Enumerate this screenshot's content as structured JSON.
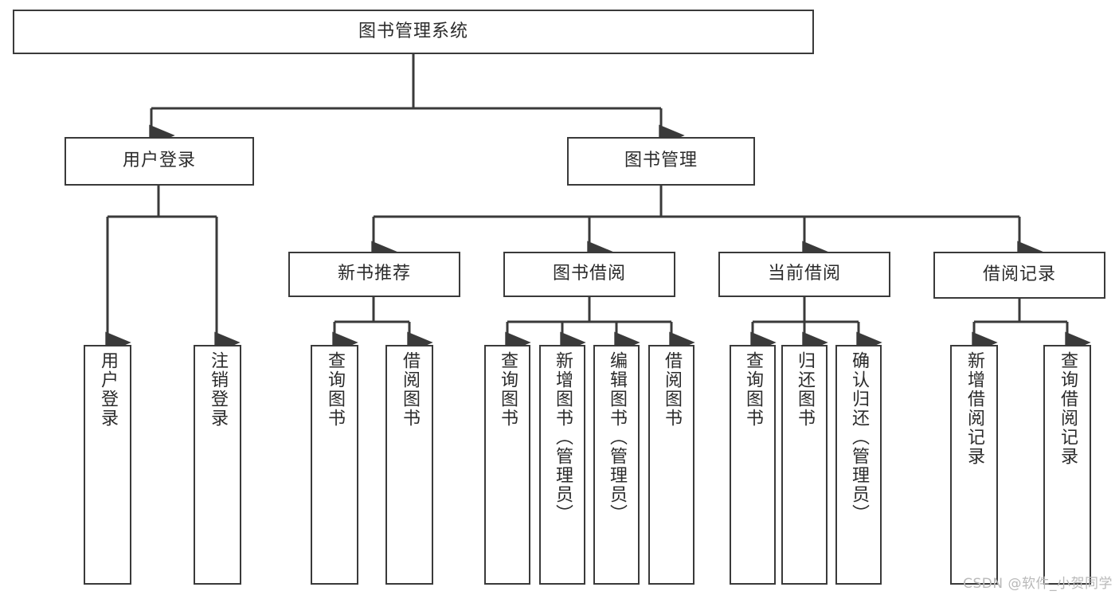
{
  "diagram": {
    "type": "tree-hierarchy-chart",
    "title": "图书管理系统",
    "watermark": "CSDN @软件_小贺同学",
    "colors": {
      "stroke": "#3a3a3a",
      "fill": "#ffffff",
      "text": "#2b2b2b",
      "watermark": "#b9b9b9"
    },
    "root": {
      "label": "图书管理系统",
      "orientation": "horizontal"
    },
    "level1": [
      {
        "label": "用户登录",
        "orientation": "horizontal"
      },
      {
        "label": "图书管理",
        "orientation": "horizontal"
      }
    ],
    "level2": [
      {
        "label": "新书推荐",
        "orientation": "horizontal",
        "parent": "图书管理"
      },
      {
        "label": "图书借阅",
        "orientation": "horizontal",
        "parent": "图书管理"
      },
      {
        "label": "当前借阅",
        "orientation": "horizontal",
        "parent": "图书管理"
      },
      {
        "label": "借阅记录",
        "orientation": "horizontal",
        "parent": "图书管理"
      }
    ],
    "leaves": [
      {
        "label": "用户登录",
        "orientation": "vertical",
        "parent": "用户登录"
      },
      {
        "label": "注销登录",
        "orientation": "vertical",
        "parent": "用户登录"
      },
      {
        "label": "查询图书",
        "orientation": "vertical",
        "parent": "新书推荐"
      },
      {
        "label": "借阅图书",
        "orientation": "vertical",
        "parent": "新书推荐"
      },
      {
        "label": "查询图书",
        "orientation": "vertical",
        "parent": "图书借阅"
      },
      {
        "label": "新增图书（管理员）",
        "orientation": "vertical",
        "parent": "图书借阅"
      },
      {
        "label": "编辑图书（管理员）",
        "orientation": "vertical",
        "parent": "图书借阅"
      },
      {
        "label": "借阅图书",
        "orientation": "vertical",
        "parent": "图书借阅"
      },
      {
        "label": "查询图书",
        "orientation": "vertical",
        "parent": "当前借阅"
      },
      {
        "label": "归还图书",
        "orientation": "vertical",
        "parent": "当前借阅"
      },
      {
        "label": "确认归还（管理员）",
        "orientation": "vertical",
        "parent": "当前借阅"
      },
      {
        "label": "新增借阅记录",
        "orientation": "vertical",
        "parent": "借阅记录"
      },
      {
        "label": "查询借阅记录",
        "orientation": "vertical",
        "parent": "借阅记录"
      }
    ]
  }
}
